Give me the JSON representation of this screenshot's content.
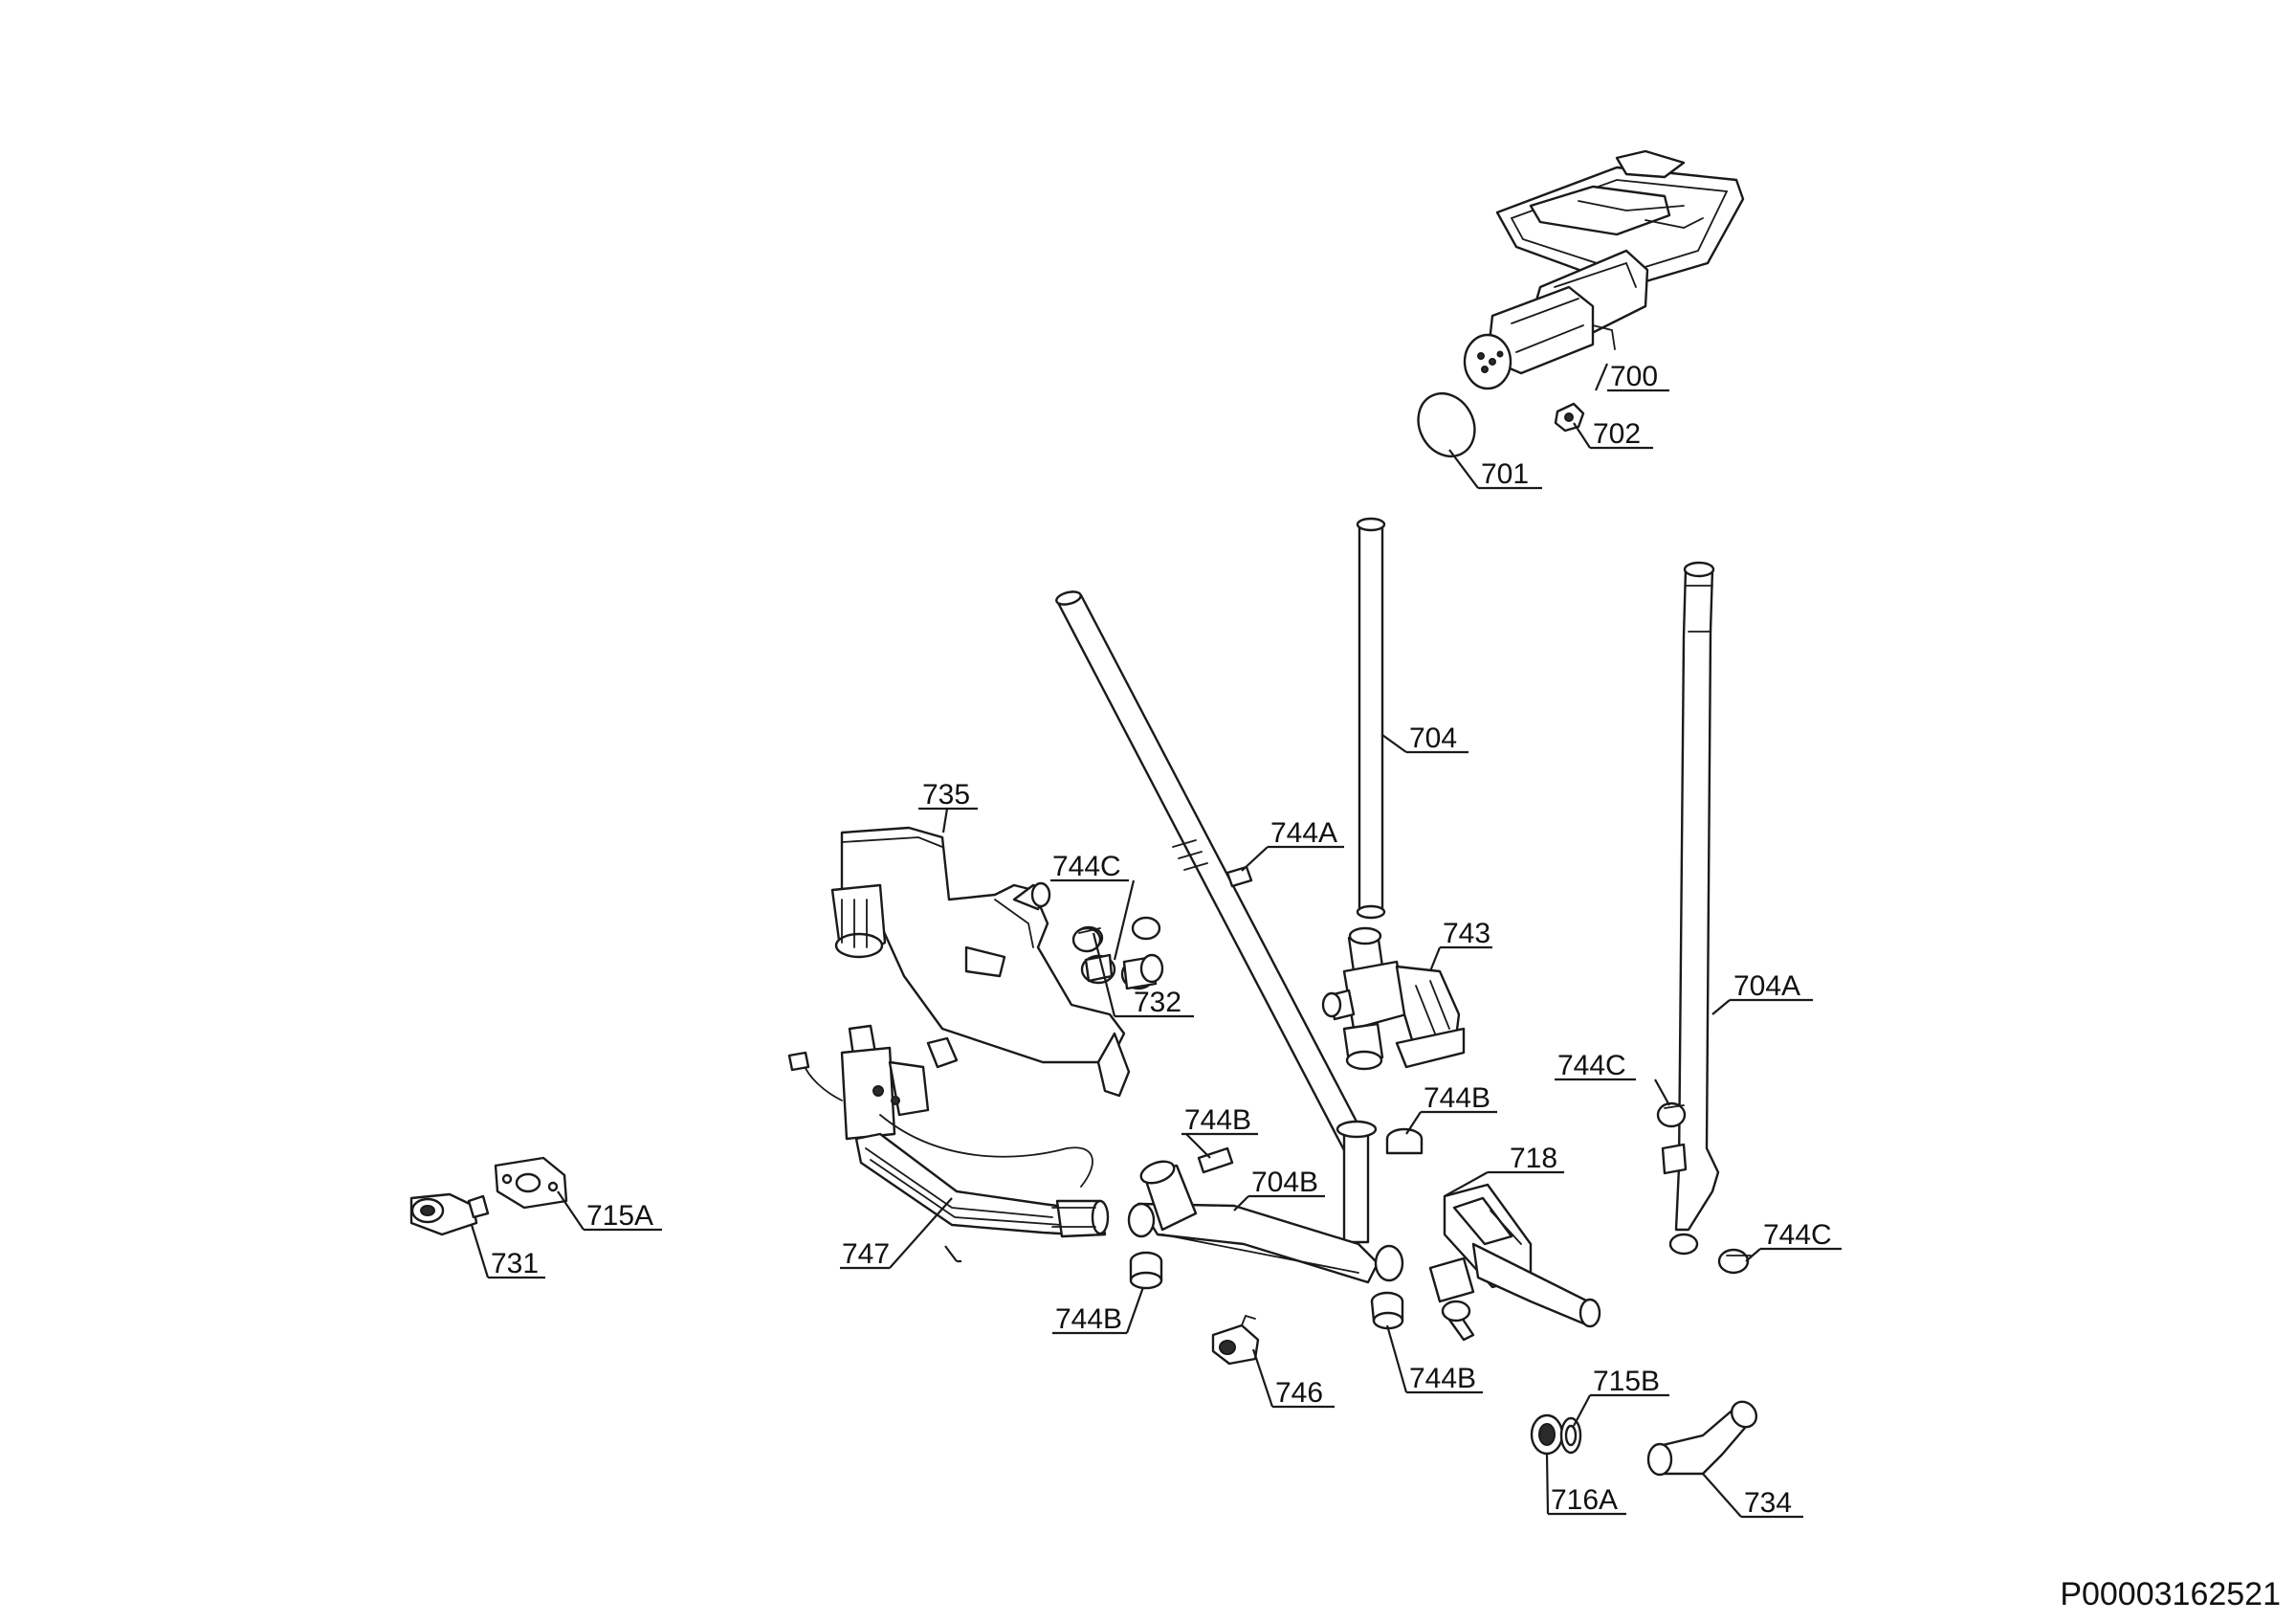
{
  "document_code": "P00003162521",
  "callouts": {
    "c700": "700",
    "c701": "701",
    "c702": "702",
    "c704": "704",
    "c704a": "704A",
    "c704b": "704B",
    "c715a": "715A",
    "c715b": "715B",
    "c716a": "716A",
    "c718": "718",
    "c731": "731",
    "c732": "732",
    "c734": "734",
    "c735": "735",
    "c743": "743",
    "c744a": "744A",
    "c744b_1": "744B",
    "c744b_2": "744B",
    "c744b_3": "744B",
    "c744b_4": "744B",
    "c744c_1": "744C",
    "c744c_2": "744C",
    "c744c_3": "744C",
    "c746": "746",
    "c747": "747"
  }
}
